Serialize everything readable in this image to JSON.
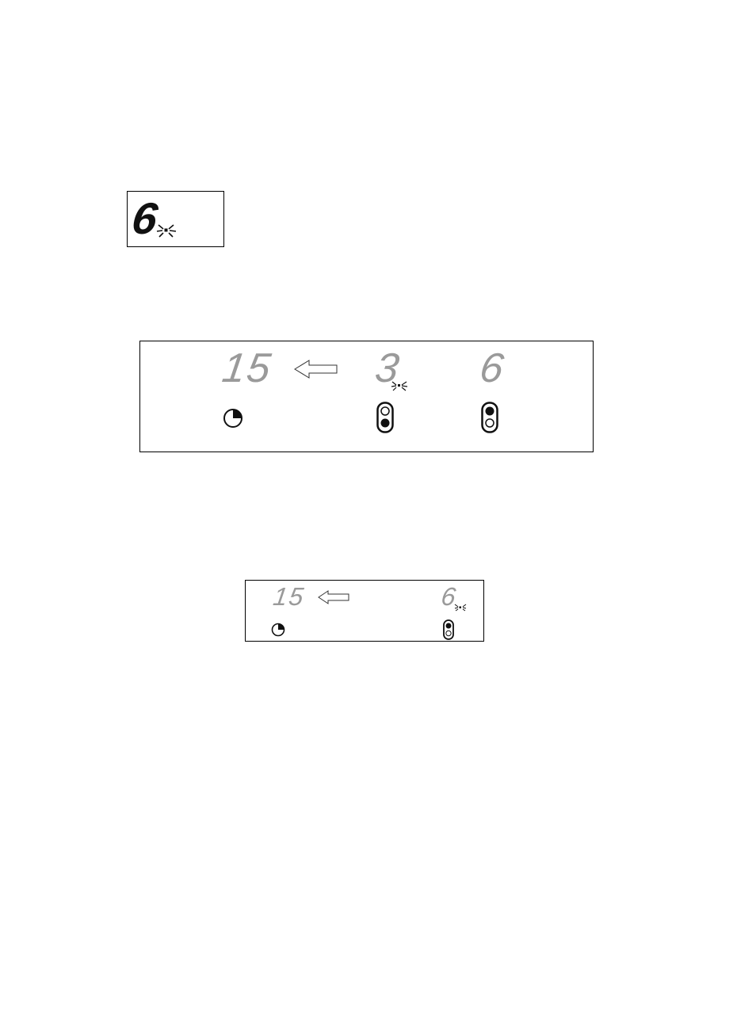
{
  "panels": {
    "single": {
      "digit": "6",
      "icon": "boost-icon",
      "digit_color": "#111111"
    },
    "large": {
      "timer_value": "15",
      "left_zone_value": "3",
      "right_zone_value": "6",
      "arrow_icon": "arrow-left-icon",
      "boost_icon": "boost-icon",
      "timer_icon": "timer-icon",
      "left_zone_icon": "zone-rear-icon",
      "right_zone_icon": "zone-front-icon",
      "digit_color": "#9a9a9a"
    },
    "small": {
      "timer_value": "15",
      "zone_value": "6",
      "arrow_icon": "arrow-left-icon",
      "boost_icon": "boost-icon",
      "timer_icon": "timer-icon",
      "zone_icon": "zone-front-icon",
      "digit_color": "#9a9a9a"
    }
  }
}
